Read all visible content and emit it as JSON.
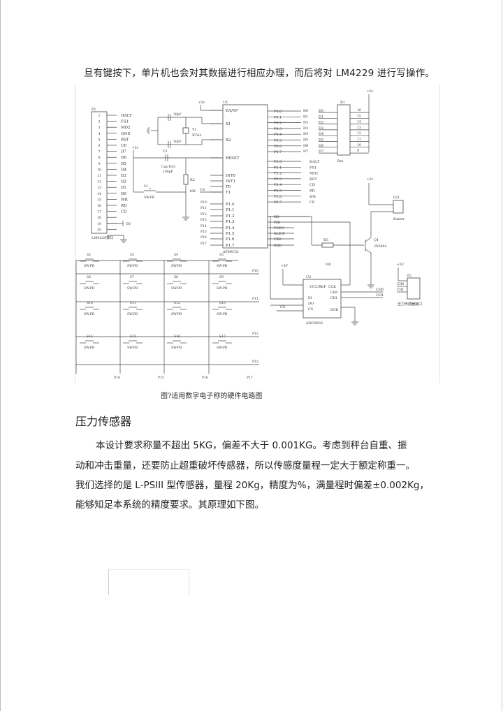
{
  "intro": "旦有键按下，单片机也会对其数据进行相应办理，而后将对 LM4229 进行写操作。",
  "circuit": {
    "p1_name": "P1",
    "p1_part": "LM4229接口",
    "p1_pins": [
      "HALT",
      "FS1",
      "MD2",
      "GND",
      "RST",
      "CE",
      "D7",
      "D6",
      "D5",
      "D4",
      "D3",
      "D2",
      "D1",
      "D0",
      "WR",
      "RD",
      "CD",
      "",
      "",
      ""
    ],
    "minus5v": "-5V",
    "plus5v": "+5v",
    "c1": "30pF",
    "c2": "30pF",
    "y1": "Y1",
    "xtal": "XTAL",
    "c3": "C3",
    "c3_type": "Cap Pol3",
    "c3_val": "100pF",
    "r2": "R2",
    "r2_val": "10K",
    "s1": "S1",
    "sw": "SW-PB",
    "cs": "CS",
    "u1": "U1",
    "u1_part": "AT89C51",
    "u1_left": [
      "EA/VP",
      "X1",
      "X2",
      "RESET",
      "INT0",
      "INT1",
      "T0",
      "T1",
      "P1.0",
      "P1.1",
      "P1.2",
      "P1.3",
      "P1.4",
      "P1.5",
      "P1.6",
      "P1.7"
    ],
    "p1x_nets": [
      "P10",
      "P11",
      "P12",
      "P13",
      "P14",
      "P15",
      "P16",
      "P17"
    ],
    "u1_right": [
      "P0.0",
      "P0.1",
      "P0.2",
      "P0.3",
      "P0.4",
      "P0.5",
      "P0.6",
      "P0.7",
      "P2.0",
      "P2.1",
      "P2.2",
      "P2.3",
      "P2.4",
      "P2.5",
      "P2.6",
      "P2.7",
      "RD",
      "WR",
      "PSEN",
      "ALE/P",
      "TXD",
      "RXD"
    ],
    "d_nets": [
      "D0",
      "D1",
      "D2",
      "D3",
      "D4",
      "D5",
      "D6",
      "D7"
    ],
    "p2_nets": [
      "HALT",
      "FS1",
      "MD2",
      "RST",
      "CD",
      "RD",
      "WR",
      "CE"
    ],
    "r1": "R1",
    "r1_type": "Res",
    "r1_pins_right": [
      "16",
      "15",
      "14",
      "13",
      "12",
      "11",
      "10",
      "9"
    ],
    "ls1": "LS1",
    "buzzer": "Buzzer",
    "q1": "Q1",
    "q1_part": "2N3904",
    "r3": "R3",
    "r3_val": "100",
    "u2": "U2",
    "u2_part": "ADC0832",
    "u2_pins": [
      "VCC/REF",
      "CLK",
      "CH0",
      "CH1",
      "DI",
      "DO",
      "CS",
      "GND"
    ],
    "p2_conn": "P2",
    "ch0": "CH0",
    "ch1": "CH1",
    "sensor_if": "压力传感器接口",
    "switches": [
      "S2",
      "S3",
      "S4",
      "S5",
      "S6",
      "S7",
      "S8",
      "S9",
      "S10",
      "S11",
      "S12",
      "S13",
      "S14",
      "S15",
      "S16",
      "S17"
    ],
    "row_nets": [
      "P10",
      "P11",
      "P12",
      "P13"
    ],
    "col_nets": [
      "P14",
      "P15",
      "P16",
      "P17"
    ]
  },
  "caption": "图?适用数字电子称的硬件电路图",
  "heading": "压力传感器",
  "paragraph": [
    "本设计要求称量不超出 5KG，偏差不大于 0.001KG。考虑到秤台自重、振",
    "动和冲击重量，还要防止超重破坏传感器，所以传感度量程一定大于额定称重一。",
    "我们选择的是 L-PSIII 型传感器，量程 20Kg，精度为%，满量程时偏差±0.002Kg，",
    "能够知足本系统的精度要求。其原理如下图。"
  ]
}
